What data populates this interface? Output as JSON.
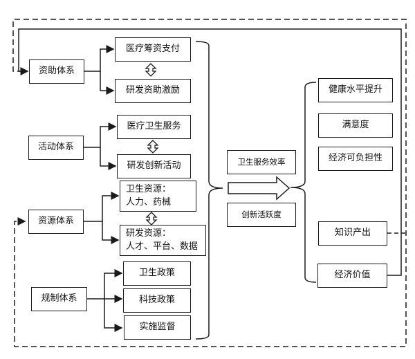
{
  "diagram": {
    "systems": [
      {
        "label": "资助体系",
        "children": [
          "医疗筹资支付",
          "研发资助激励"
        ]
      },
      {
        "label": "活动体系",
        "children": [
          "医疗卫生服务",
          "研发创新活动"
        ]
      },
      {
        "label": "资源体系",
        "children": [
          "卫生资源：\n人力、药械",
          "研发资源：\n人才、平台、数据"
        ]
      },
      {
        "label": "规制体系",
        "children": [
          "卫生政策",
          "科技政策",
          "实施监督"
        ]
      }
    ],
    "middle": [
      "卫生服务效率",
      "创新活跃度"
    ],
    "outcomes": [
      "健康水平提升",
      "满意度",
      "经济可负担性",
      "知识产出",
      "经济价值"
    ],
    "colors": {
      "line": "#1a1a1a",
      "background": "#ffffff"
    }
  }
}
